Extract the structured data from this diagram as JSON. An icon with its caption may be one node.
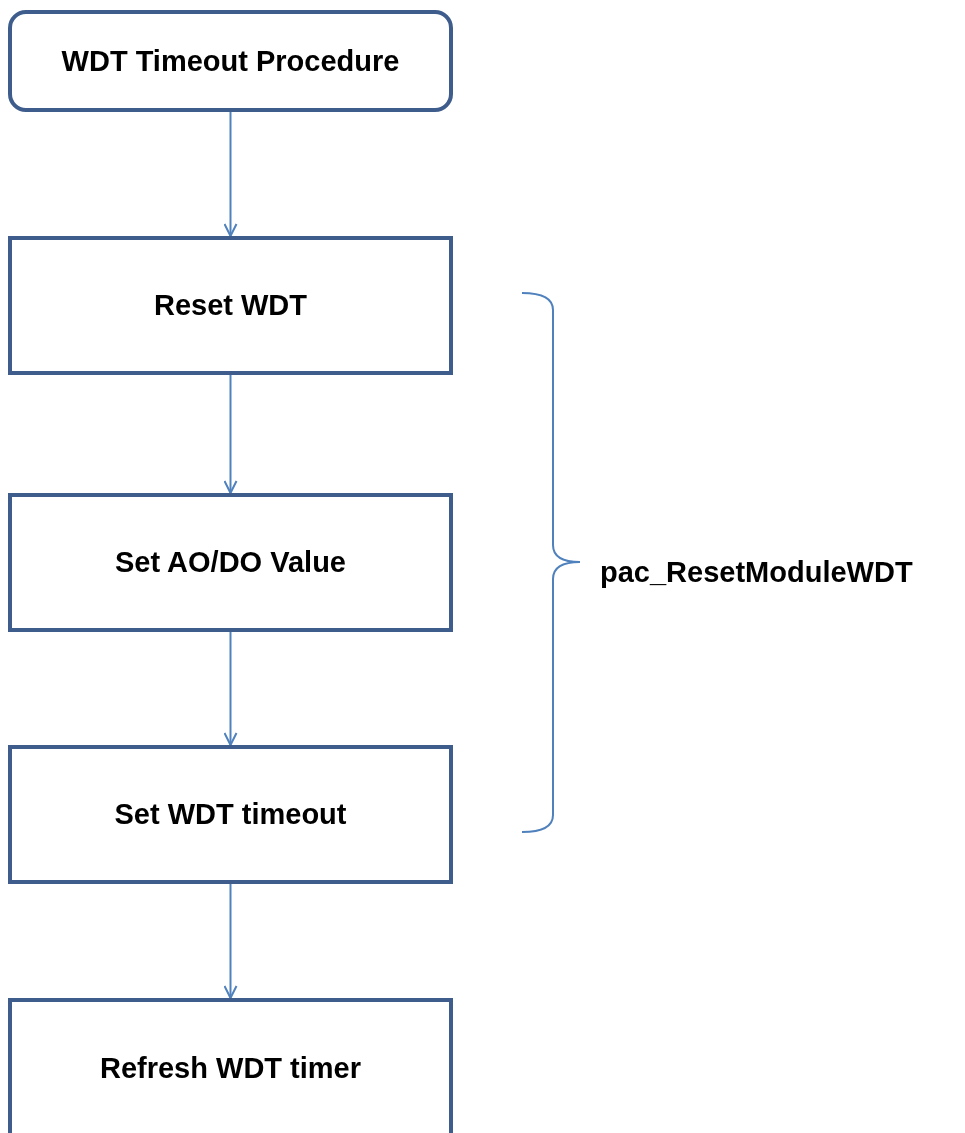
{
  "diagram": {
    "nodes": [
      {
        "text": [
          "WDT Timeout Procedure"
        ]
      },
      {
        "text": [
          "Reset WDT"
        ]
      },
      {
        "text": [
          "Set AO/DO Value"
        ]
      },
      {
        "text": [
          "Set WDT timeout"
        ]
      },
      {
        "text": [
          "Refresh WDT timer"
        ]
      }
    ],
    "edges": [
      {
        "from": 0,
        "to": 1,
        "arrow": "to"
      },
      {
        "from": 1,
        "to": 2,
        "arrow": "to"
      },
      {
        "from": 2,
        "to": 3,
        "arrow": "to"
      },
      {
        "from": 3,
        "to": 4,
        "arrow": "to"
      }
    ],
    "labels": [
      "pac_ResetModuleWDT"
    ]
  }
}
